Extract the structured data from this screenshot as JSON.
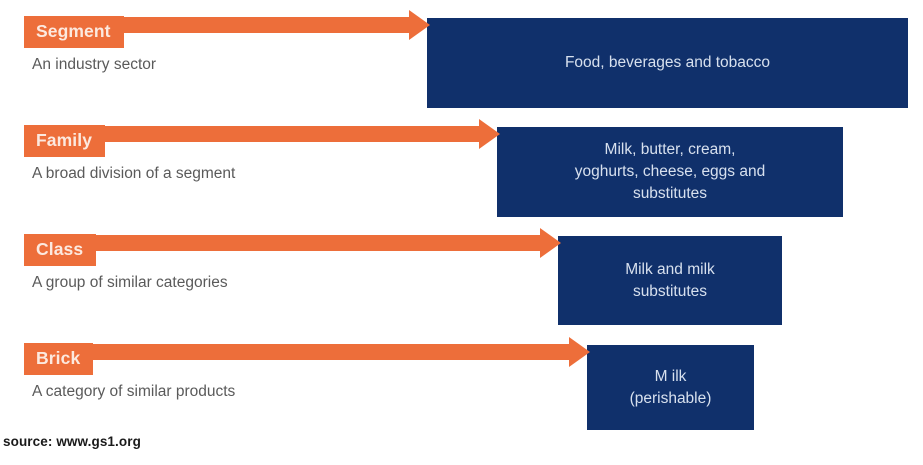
{
  "diagram": {
    "source_note": "source: www.gs1.org",
    "colors": {
      "arrow_orange": "#ED6E3A",
      "box_navy": "#10306B",
      "label_text": "#FCE9DF",
      "box_text": "#D7E0EE",
      "description_text": "#5A5A5A"
    },
    "rows": [
      {
        "label": "Segment",
        "description": "An industry sector",
        "value": "Food, beverages and tobacco"
      },
      {
        "label": "Family",
        "description": "A broad division of a segment",
        "value": "Milk, butter, cream,\nyoghurts, cheese, eggs and\nsubstitutes"
      },
      {
        "label": "Class",
        "description": "A group of similar categories",
        "value": "Milk and milk\nsubstitutes"
      },
      {
        "label": "Brick",
        "description": "A category of similar products",
        "value": "M ilk\n(perishable)"
      }
    ]
  }
}
